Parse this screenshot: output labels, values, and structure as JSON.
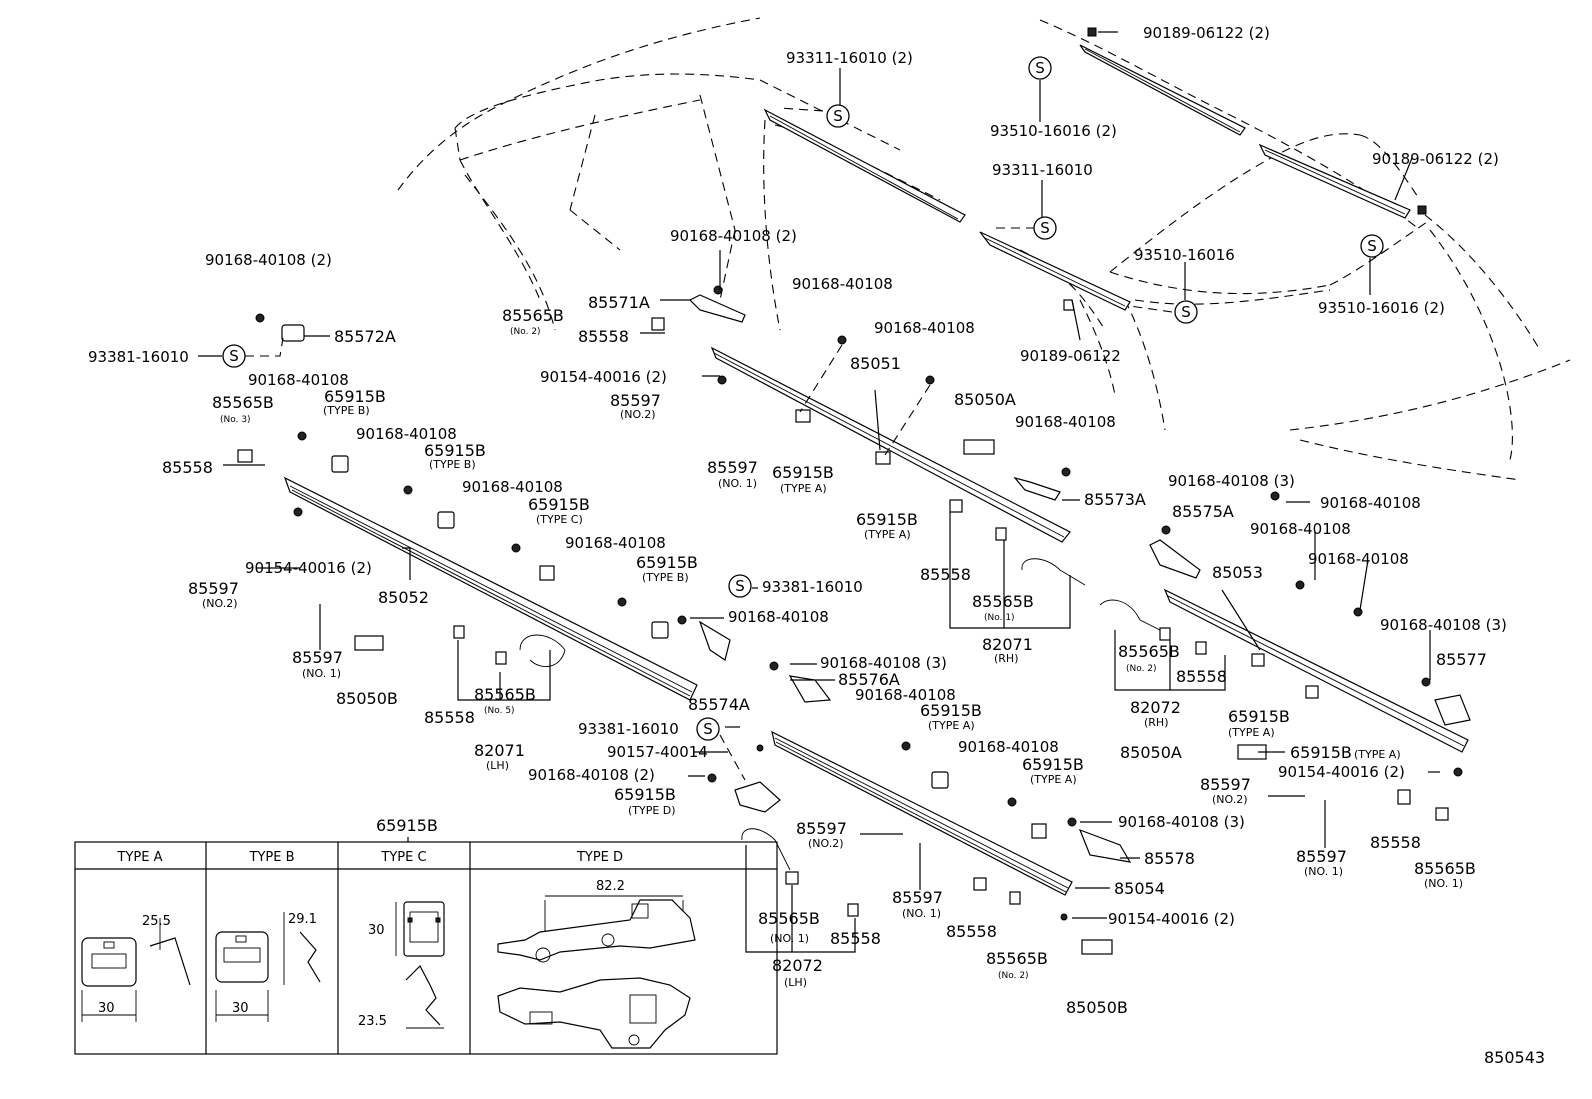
{
  "labels": {
    "l1": "90189-06122 (2)",
    "l2": "93311-16010 (2)",
    "l3": "93510-16016 (2)",
    "l4": "93311-16010",
    "l5": "90189-06122 (2)",
    "l6": "93510-16016",
    "l7": "93510-16016 (2)",
    "l8": "90189-06122",
    "l9": "90168-40108 (2)",
    "l10": "90168-40108 (2)",
    "l11": "85571A",
    "l12": "85565B",
    "l13": "(No. 2)",
    "l14": "85558",
    "l15": "85572A",
    "l16": "93381-16010",
    "l17": "90168-40108",
    "l18": "90168-40108",
    "l19": "90168-40108",
    "l20": "90154-40016 (2)",
    "l21": "85051",
    "l22": "85597",
    "l23": "(NO.2)",
    "l24": "85565B",
    "l25": "(No. 3)",
    "l26": "65915B",
    "l27": "(TYPE B)",
    "l28": "90168-40108",
    "l29": "65915B",
    "l30": "(TYPE B)",
    "l31": "85050A",
    "l32": "90168-40108",
    "l33": "85558",
    "l34": "85597",
    "l35": "(NO. 1)",
    "l36": "65915B",
    "l37": "(TYPE A)",
    "l38": "90168-40108 (3)",
    "l39": "90168-40108",
    "l40": "90168-40108",
    "l41": "85573A",
    "l42": "85575A",
    "l43": "65915B",
    "l44": "(TYPE C)",
    "l45": "65915B",
    "l46": "(TYPE A)",
    "l47": "90168-40108",
    "l48": "90154-40016 (2)",
    "l49": "85052",
    "l50": "90168-40108",
    "l51": "65915B",
    "l52": "(TYPE B)",
    "l53": "85558",
    "l54": "85053",
    "l55": "90168-40108",
    "l56": "85597",
    "l57": "(NO.2)",
    "l58": "93381-16010",
    "l59": "90168-40108",
    "l60": "85565B",
    "l61": "(No. 1)",
    "l62": "82071",
    "l63": "(RH)",
    "l64": "90168-40108 (3)",
    "l65": "85577",
    "l66": "85597",
    "l67": "(NO. 1)",
    "l68": "85050B",
    "l69": "85565B",
    "l70": "(No. 5)",
    "l71": "90168-40108 (3)",
    "l72": "85576A",
    "l73": "85574A",
    "l74": "90168-40108",
    "l75": "85565B",
    "l76": "(No. 2)",
    "l77": "85558",
    "l78": "82072",
    "l79": "(RH)",
    "l80": "85558",
    "l81": "82071",
    "l82": "(LH)",
    "l83": "65915B",
    "l84": "(TYPE A)",
    "l85": "93381-16010",
    "l86": "65915B",
    "l87": "(TYPE A)",
    "l88": "90157-40014",
    "l89": "90168-40108",
    "l90": "65915B",
    "l91": "(TYPE A)",
    "l92": "85050A",
    "l93": "65915B",
    "l94": "(TYPE A)",
    "l95": "90168-40108 (2)",
    "l96": "90154-40016 (2)",
    "l97": "65915B",
    "l98": "(TYPE D)",
    "l99": "85597",
    "l100": "(NO.2)",
    "l101": "85597",
    "l102": "(NO.2)",
    "l103": "90168-40108 (3)",
    "l104": "85578",
    "l105": "85597",
    "l106": "(NO. 1)",
    "l107": "85054",
    "l108": "85597",
    "l109": "(NO. 1)",
    "l110": "85558",
    "l111": "85565B",
    "l112": "(NO. 1)",
    "l113": "90154-40016 (2)",
    "l114": "85565B",
    "l115": "(NO. 1)",
    "l116": "85558",
    "l117": "85558",
    "l118": "85565B",
    "l119": "(No. 2)",
    "l120": "82072",
    "l121": "(LH)",
    "l122": "85050B",
    "l123": "850543"
  },
  "table": {
    "title": "65915B",
    "headers": [
      "TYPE A",
      "TYPE B",
      "TYPE C",
      "TYPE D"
    ],
    "dims": {
      "a_height": "25.5",
      "a_width": "30",
      "b_height": "29.1",
      "b_width": "30",
      "c_height": "30",
      "c_width": "23.5",
      "d_width": "82.2"
    }
  },
  "symbols": {
    "s_mark": "S"
  },
  "icons": [
    "screw-icon",
    "clip-icon",
    "s-mark-icon"
  ]
}
